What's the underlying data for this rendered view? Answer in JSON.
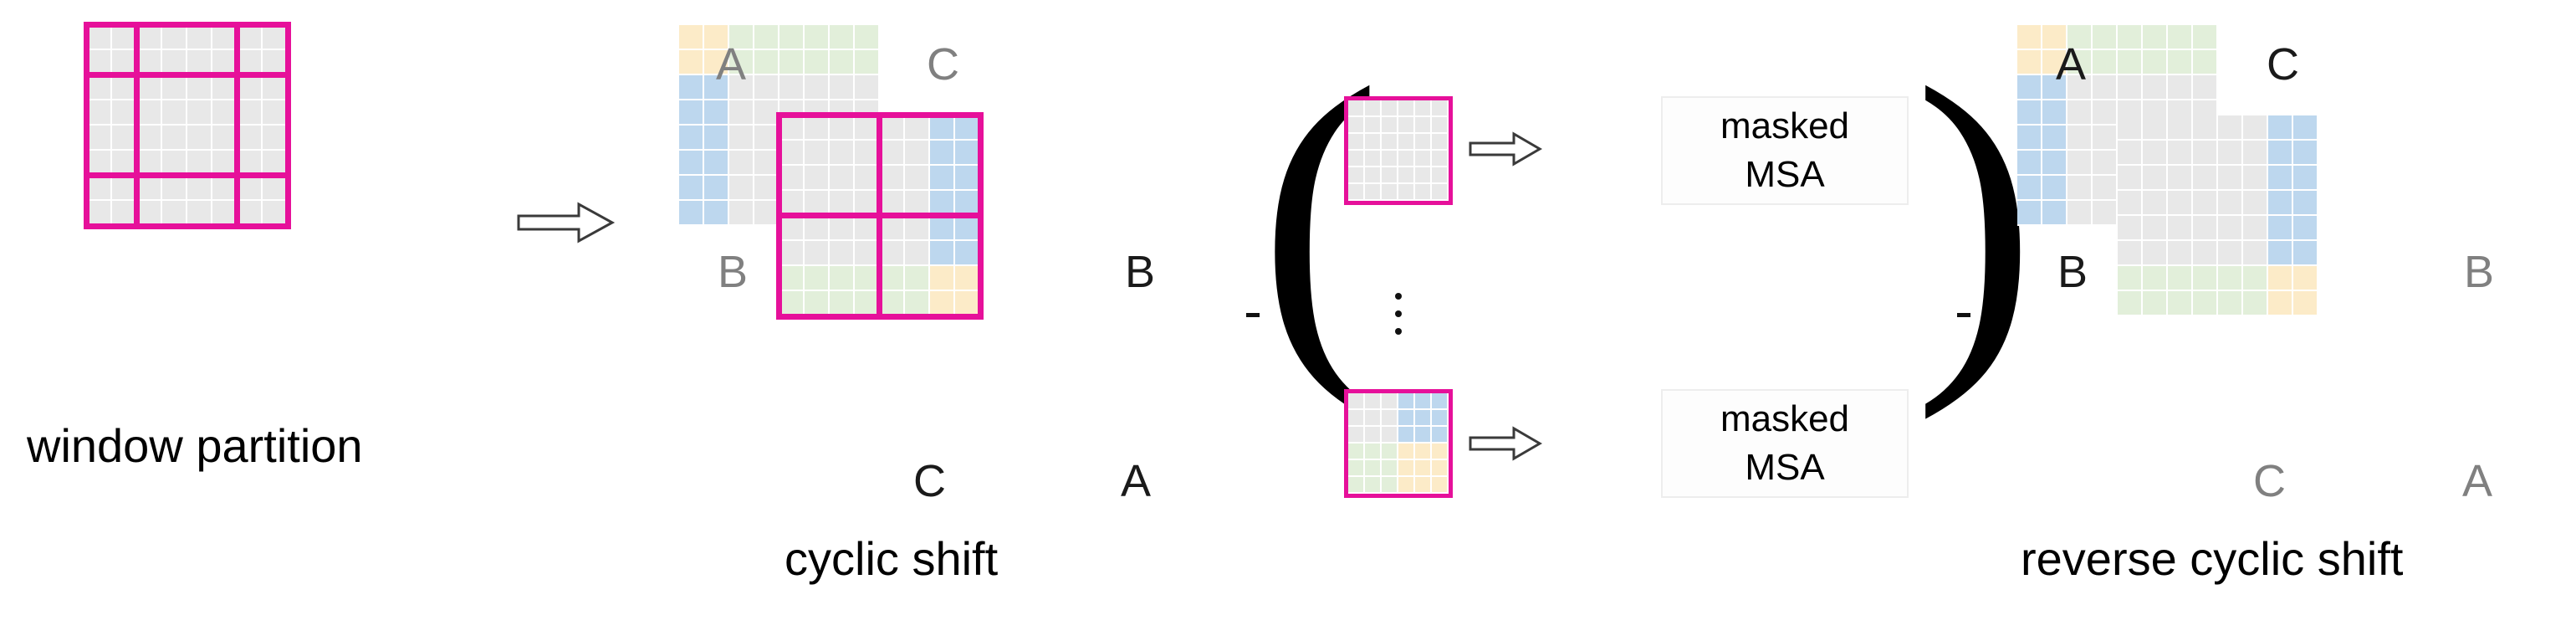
{
  "figure": {
    "title": "Swin Transformer shifted window (cyclic shift) illustration",
    "background": "#ffffff"
  },
  "colors": {
    "window_border": "#E6109A",
    "feature_gray": "#E8E8E8",
    "region_a_yellow": "#FCEBC8",
    "region_b_blue": "#BDD7EE",
    "region_c_green": "#E2EFDA",
    "grid_line": "#ffffff",
    "text_dark": "#1a1a1a",
    "text_gray": "#808080",
    "box_border": "#ededed"
  },
  "panels": [
    {
      "id": "window-partition",
      "caption": "window partition",
      "grid": {
        "cols": 8,
        "rows": 8,
        "cell": 30
      },
      "windows": {
        "cols": 3,
        "rows": 3,
        "split_cols": [
          2,
          6
        ],
        "split_rows": [
          2,
          6
        ]
      }
    },
    {
      "id": "cyclic-shift",
      "caption": "cyclic shift",
      "grid": {
        "cols": 8,
        "rows": 8,
        "cell": 30
      },
      "regions": [
        "A",
        "B",
        "C"
      ],
      "labels": [
        {
          "text": "A",
          "tone": "gray"
        },
        {
          "text": "C",
          "tone": "gray"
        },
        {
          "text": "B",
          "tone": "gray"
        },
        {
          "text": "B",
          "tone": "dark"
        },
        {
          "text": "C",
          "tone": "dark"
        },
        {
          "text": "A",
          "tone": "dark"
        }
      ]
    },
    {
      "id": "batched-windows",
      "caption": "",
      "items": [
        {
          "label": "masked MSA",
          "line1": "masked",
          "line2": "MSA"
        },
        {
          "label": "masked MSA",
          "line1": "masked",
          "line2": "MSA"
        }
      ],
      "ellipsis": "vertical-dots",
      "bracket_left": "(",
      "bracket_right": ")"
    },
    {
      "id": "reverse-cyclic-shift",
      "caption": "reverse cyclic shift",
      "grid": {
        "cols": 8,
        "rows": 8,
        "cell": 30
      },
      "labels": [
        {
          "text": "A",
          "tone": "dark"
        },
        {
          "text": "C",
          "tone": "dark"
        },
        {
          "text": "B",
          "tone": "dark"
        },
        {
          "text": "B",
          "tone": "gray"
        },
        {
          "text": "C",
          "tone": "gray"
        },
        {
          "text": "A",
          "tone": "gray"
        }
      ]
    }
  ],
  "captions": {
    "window_partition": "window partition",
    "cyclic_shift": "cyclic shift",
    "reverse_cyclic_shift": "reverse cyclic shift"
  },
  "msa": {
    "top": {
      "line1": "masked",
      "line2": "MSA"
    },
    "bottom": {
      "line1": "masked",
      "line2": "MSA"
    }
  },
  "region_letters": {
    "a": "A",
    "b": "B",
    "c": "C"
  },
  "brackets": {
    "left": "(",
    "right": ")"
  },
  "arrows": {
    "partition_to_shift": "right-block-arrow",
    "window_to_msa_top": "right-block-arrow",
    "window_to_msa_bottom": "right-block-arrow"
  }
}
